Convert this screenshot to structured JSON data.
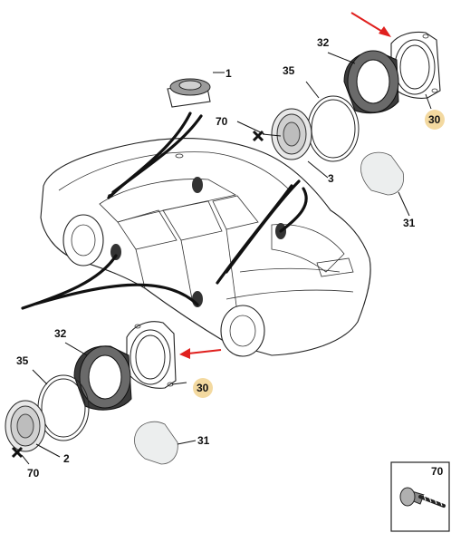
{
  "callouts": {
    "p1": "1",
    "p32_top": "32",
    "p35_top": "35",
    "p70_top": "70",
    "p3": "3",
    "p30_top": "30",
    "p31_top": "31",
    "p32_bot": "32",
    "p35_bot": "35",
    "p2": "2",
    "p70_bot": "70",
    "p30_bot": "30",
    "p31_bot": "31",
    "p70_inset": "70"
  },
  "colors": {
    "arrow": "#e0201e",
    "highlight": "#f3d9a0"
  },
  "icons": {
    "screw": "screw-icon",
    "fastener_marker": "cross-marker-icon"
  }
}
